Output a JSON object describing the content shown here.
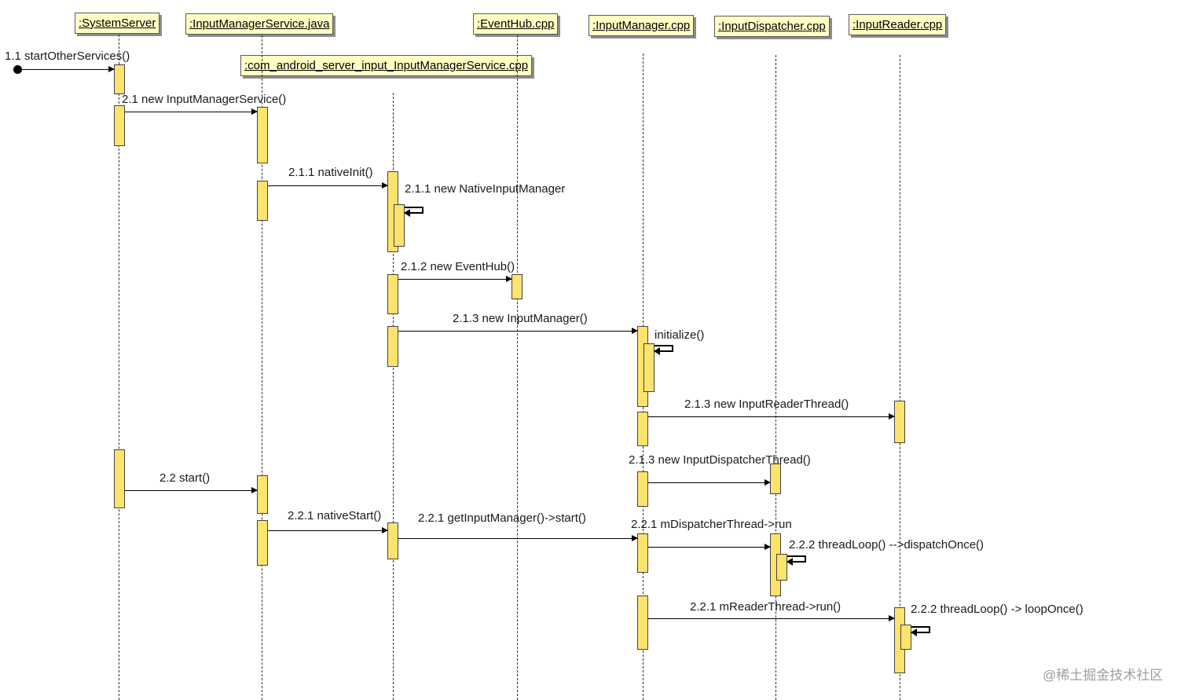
{
  "participants": [
    {
      "key": "system_server",
      "label": ":SystemServer"
    },
    {
      "key": "ims_java",
      "label": ":InputManagerService.java"
    },
    {
      "key": "ims_jni",
      "label": ":com_android_server_input_InputManagerService.cpp"
    },
    {
      "key": "eventhub",
      "label": ":EventHub.cpp"
    },
    {
      "key": "input_manager",
      "label": ":InputManager.cpp"
    },
    {
      "key": "input_dispatcher",
      "label": ":InputDispatcher.cpp"
    },
    {
      "key": "input_reader",
      "label": ":InputReader.cpp"
    }
  ],
  "messages": [
    {
      "id": "m-1-1",
      "label": "1.1 startOtherServices()",
      "from": "entry",
      "to": "system_server"
    },
    {
      "id": "m-2-1",
      "label": "2.1 new InputManagerService()",
      "from": "system_server",
      "to": "ims_java"
    },
    {
      "id": "m-2-1-1-a",
      "label": "2.1.1 nativeInit()",
      "from": "ims_java",
      "to": "ims_jni"
    },
    {
      "id": "m-2-1-1-b",
      "label": "2.1.1 new NativeInputManager",
      "from": "ims_jni",
      "to": "ims_jni",
      "self": true
    },
    {
      "id": "m-2-1-2",
      "label": "2.1.2 new EventHub()",
      "from": "ims_jni",
      "to": "eventhub"
    },
    {
      "id": "m-2-1-3-a",
      "label": "2.1.3 new InputManager()",
      "from": "ims_jni",
      "to": "input_manager"
    },
    {
      "id": "m-init",
      "label": "initialize()",
      "from": "input_manager",
      "to": "input_manager",
      "self": true
    },
    {
      "id": "m-2-1-3-b",
      "label": "2.1.3 new InputReaderThread()",
      "from": "input_manager",
      "to": "input_reader"
    },
    {
      "id": "m-2-1-3-c",
      "label": "2.1.3 new InputDispatcherThread()",
      "from": "input_manager",
      "to": "input_dispatcher"
    },
    {
      "id": "m-2-2",
      "label": "2.2 start()",
      "from": "system_server",
      "to": "ims_java"
    },
    {
      "id": "m-2-2-1-a",
      "label": "2.2.1 nativeStart()",
      "from": "ims_java",
      "to": "ims_jni"
    },
    {
      "id": "m-2-2-1-b",
      "label": "2.2.1 getInputManager()->start()",
      "from": "ims_jni",
      "to": "input_manager"
    },
    {
      "id": "m-2-2-1-c",
      "label": "2.2.1 mDispatcherThread->run",
      "from": "input_manager",
      "to": "input_dispatcher"
    },
    {
      "id": "m-2-2-2-a",
      "label": "2.2.2 threadLoop() -->dispatchOnce()",
      "from": "input_dispatcher",
      "to": "input_dispatcher",
      "self": true
    },
    {
      "id": "m-2-2-1-d",
      "label": "2.2.1 mReaderThread->run()",
      "from": "input_manager",
      "to": "input_reader"
    },
    {
      "id": "m-2-2-2-b",
      "label": "2.2.2 threadLoop() -> loopOnce()",
      "from": "input_reader",
      "to": "input_reader",
      "self": true
    }
  ],
  "watermark": "@稀土掘金技术社区",
  "colors": {
    "header_fill": "#ffffc4",
    "activation_fill": "#fce36c",
    "line": "#000000"
  }
}
